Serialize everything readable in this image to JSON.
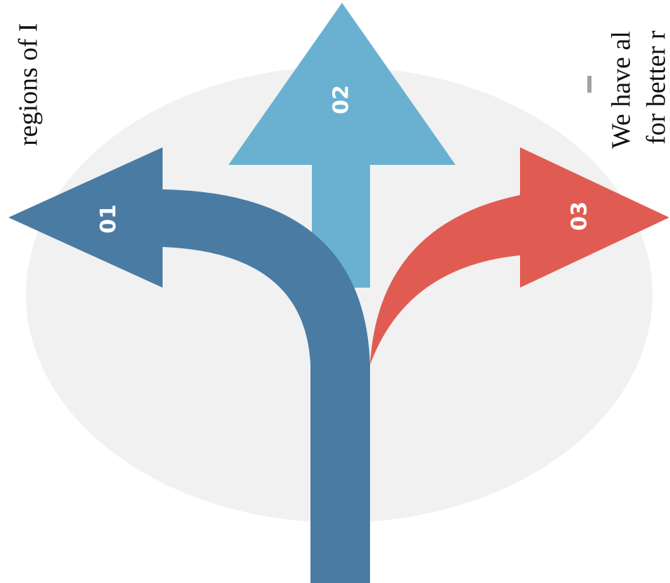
{
  "diagram": {
    "arrows": [
      {
        "label": "01",
        "color": "#4a7ba3"
      },
      {
        "label": "02",
        "color": "#6ab1d1"
      },
      {
        "label": "03",
        "color": "#e05c52"
      }
    ],
    "ellipse_color": "#f1f1f1"
  },
  "text_fragments": {
    "left": "regions of I",
    "right_line1": "We have al",
    "right_line2": "for better r"
  }
}
